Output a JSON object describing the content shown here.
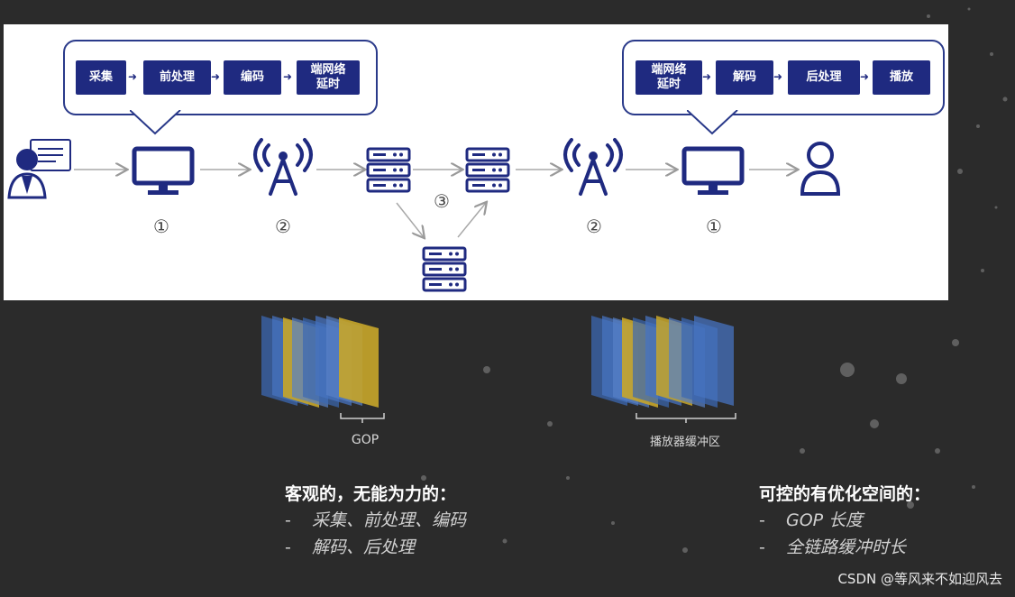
{
  "left_pipeline": {
    "steps": [
      "采集",
      "前处理",
      "编码",
      "端网络\n延时"
    ]
  },
  "right_pipeline": {
    "steps": [
      "端网络\n延时",
      "解码",
      "后处理",
      "播放"
    ]
  },
  "stage_numbers": {
    "client_left": "①",
    "tower_left": "②",
    "network": "③",
    "tower_right": "②",
    "client_right": "①"
  },
  "labels": {
    "gop": "GOP",
    "player_buffer": "播放器缓冲区"
  },
  "uncontrollable": {
    "title": "客观的，无能为力的：",
    "items": [
      "采集、前处理、编码",
      "解码、后处理"
    ]
  },
  "controllable": {
    "title": "可控的有优化空间的：",
    "items": [
      "GOP 长度",
      "全链路缓冲时长"
    ]
  },
  "bullet_dash": "-",
  "watermark": "CSDN @等风来不如迎风去",
  "colors": {
    "navy": "#1f2a80",
    "frame_blue": "#3d6fc2",
    "frame_yellow": "#d8b42a",
    "background": "#2b2b2b"
  }
}
